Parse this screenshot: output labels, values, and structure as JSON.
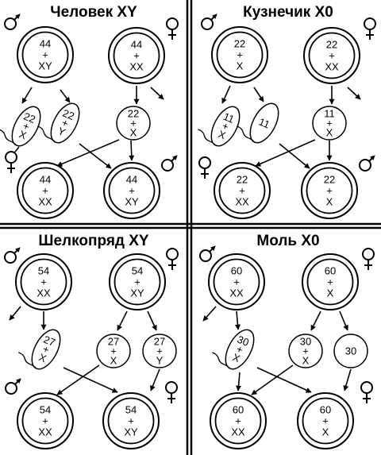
{
  "panels": [
    {
      "title": "Человек XY",
      "parents": {
        "male": {
          "autosomes": "44",
          "plus": "+",
          "sex": "XY"
        },
        "female": {
          "autosomes": "44",
          "plus": "+",
          "sex": "XX"
        }
      },
      "gametes": {
        "sperm_1": {
          "autosomes": "22",
          "plus": "+",
          "sex": "X"
        },
        "sperm_2": {
          "autosomes": "22",
          "plus": "+",
          "sex": "Y"
        },
        "egg": {
          "autosomes": "22",
          "plus": "+",
          "sex": "X"
        }
      },
      "offspring": {
        "female": {
          "autosomes": "44",
          "plus": "+",
          "sex": "XX"
        },
        "male": {
          "autosomes": "44",
          "plus": "+",
          "sex": "XY"
        }
      }
    },
    {
      "title": "Кузнечик X0",
      "parents": {
        "male": {
          "autosomes": "22",
          "plus": "+",
          "sex": "X"
        },
        "female": {
          "autosomes": "22",
          "plus": "+",
          "sex": "XX"
        }
      },
      "gametes": {
        "sperm_1": {
          "autosomes": "11",
          "plus": "+",
          "sex": "X"
        },
        "sperm_2": {
          "autosomes": "11"
        },
        "egg": {
          "autosomes": "11",
          "plus": "+",
          "sex": "X"
        }
      },
      "offspring": {
        "female": {
          "autosomes": "22",
          "plus": "+",
          "sex": "XX"
        },
        "male": {
          "autosomes": "22",
          "plus": "+",
          "sex": "X"
        }
      }
    },
    {
      "title": "Шелкопряд XY",
      "parents": {
        "male": {
          "autosomes": "54",
          "plus": "+",
          "sex": "XX"
        },
        "female": {
          "autosomes": "54",
          "plus": "+",
          "sex": "XY"
        }
      },
      "gametes": {
        "sperm": {
          "autosomes": "27",
          "plus": "+",
          "sex": "X"
        },
        "egg_1": {
          "autosomes": "27",
          "plus": "+",
          "sex": "X"
        },
        "egg_2": {
          "autosomes": "27",
          "plus": "+",
          "sex": "Y"
        }
      },
      "offspring": {
        "male": {
          "autosomes": "54",
          "plus": "+",
          "sex": "XX"
        },
        "female": {
          "autosomes": "54",
          "plus": "+",
          "sex": "XY"
        }
      }
    },
    {
      "title": "Моль X0",
      "parents": {
        "male": {
          "autosomes": "60",
          "plus": "+",
          "sex": "XX"
        },
        "female": {
          "autosomes": "60",
          "plus": "+",
          "sex": "X"
        }
      },
      "gametes": {
        "sperm": {
          "autosomes": "30",
          "plus": "+",
          "sex": "X"
        },
        "egg_1": {
          "autosomes": "30",
          "plus": "+",
          "sex": "X"
        },
        "egg_2": {
          "autosomes": "30"
        }
      },
      "offspring": {
        "male": {
          "autosomes": "60",
          "plus": "+",
          "sex": "XX"
        },
        "female": {
          "autosomes": "60",
          "plus": "+",
          "sex": "X"
        }
      }
    }
  ]
}
